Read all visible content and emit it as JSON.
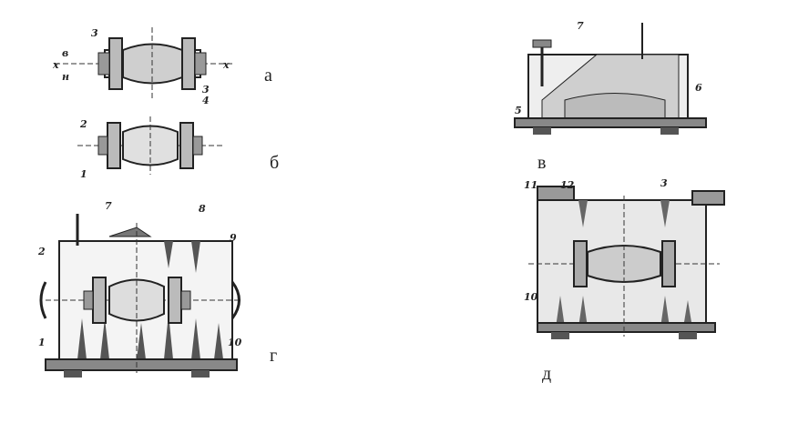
{
  "figure": {
    "panels": [
      {
        "id": "a",
        "label": "а"
      },
      {
        "id": "b",
        "label": "б"
      },
      {
        "id": "v",
        "label": "в"
      },
      {
        "id": "g",
        "label": "г"
      },
      {
        "id": "d",
        "label": "д"
      }
    ],
    "annotations": {
      "a": {
        "top": "3",
        "mid_left": "в",
        "bottom_left": "н",
        "axis_l": "x",
        "axis_r": "x",
        "right_top": "3",
        "right_bottom": "4"
      },
      "b": {
        "top": "2",
        "bottom": "1"
      },
      "v": {
        "top": "7",
        "right": "6",
        "left": "5"
      },
      "g": {
        "top_a": "7",
        "top_b": "8",
        "left_2": "2",
        "right_9": "9",
        "left_1": "1",
        "right_10": "10"
      },
      "d": {
        "n11": "11",
        "n12": "12",
        "n3": "3",
        "n10": "10"
      }
    }
  }
}
